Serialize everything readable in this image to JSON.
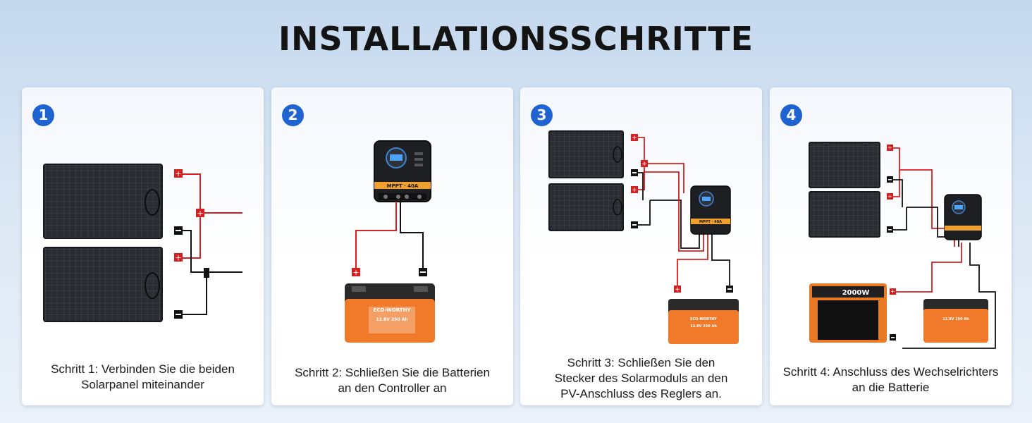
{
  "header": {
    "title": "INSTALLATIONSSCHRITTE"
  },
  "steps": [
    {
      "number": "1",
      "caption": "Schritt 1: Verbinden Sie die beiden\nSolarpanel miteinander"
    },
    {
      "number": "2",
      "caption": "Schritt 2: Schließen Sie die Batterien\nan den Controller an"
    },
    {
      "number": "3",
      "caption": "Schritt 3: Schließen Sie den\nStecker des Solarmoduls an den\nPV-Anschluss des Reglers an."
    },
    {
      "number": "4",
      "caption": "Schritt 4: Anschluss des Wechselrichters\nan die Batterie"
    }
  ],
  "product": {
    "battery_brand": "ECO-WORTHY",
    "battery_spec": "12.8V 250 Ah",
    "controller_label": "MPPT · 40A",
    "inverter_rating": "2000W"
  },
  "colors": {
    "badge": "#1e63cf",
    "positive_wire": "#d42020",
    "negative_wire": "#111111",
    "battery_orange": "#f07a2a",
    "panel": "#26292d"
  },
  "icons": {
    "positive": "plus-connector-icon",
    "negative": "minus-connector-icon"
  }
}
